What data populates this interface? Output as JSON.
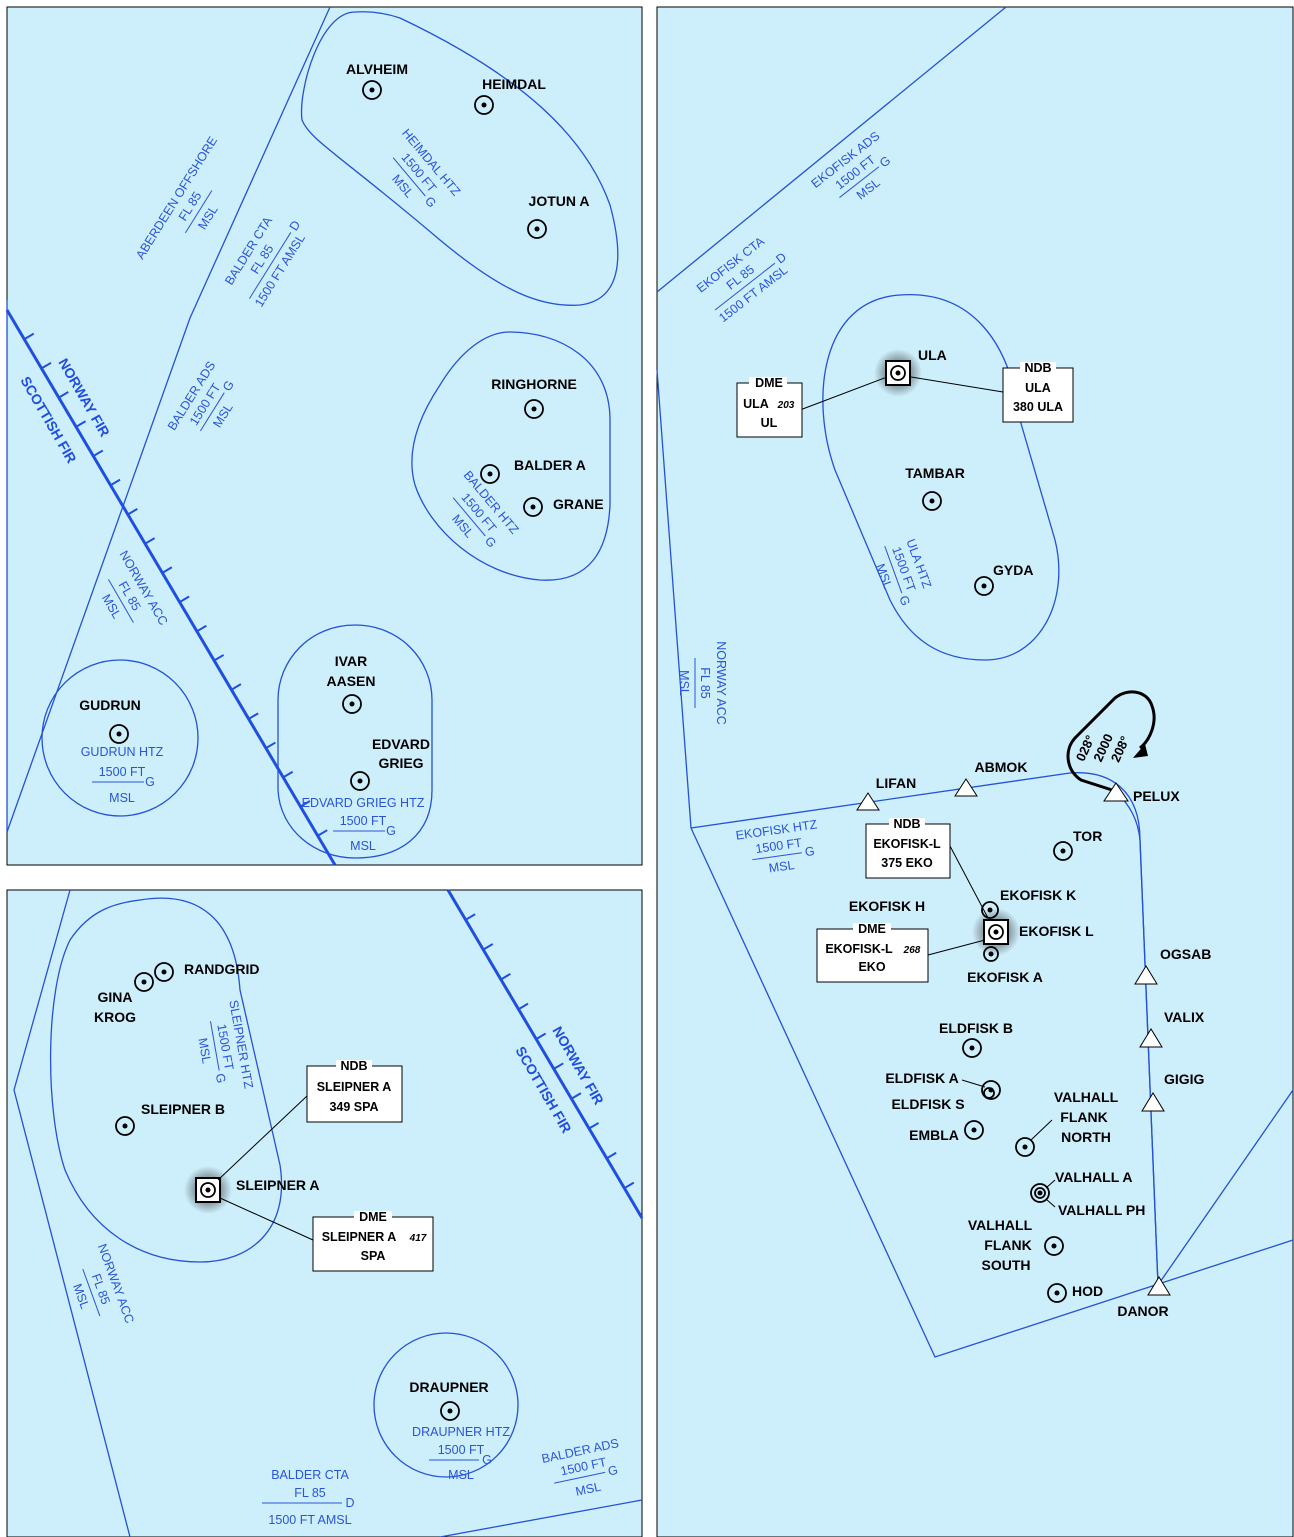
{
  "panels": {
    "top_left": {
      "platforms": [
        {
          "name": "ALVHEIM"
        },
        {
          "name": "HEIMDAL"
        },
        {
          "name": "JOTUN A"
        },
        {
          "name": "RINGHORNE"
        },
        {
          "name": "BALDER A"
        },
        {
          "name": "GRANE"
        },
        {
          "name": "IVAR",
          "name2": "AASEN"
        },
        {
          "name": "EDVARD",
          "name2": "GRIEG"
        },
        {
          "name": "GUDRUN"
        }
      ],
      "airspaces": [
        {
          "l1": "ABERDEEN OFFSHORE",
          "l2": "FL 85",
          "l3": "MSL"
        },
        {
          "l1": "BALDER CTA",
          "l2": "FL 85",
          "cls": "D",
          "l3": "1500 FT AMSL"
        },
        {
          "l1": "HEIMDAL HTZ",
          "l2": "1500 FT",
          "cls": "G",
          "l3": "MSL"
        },
        {
          "l1": "BALDER ADS",
          "l2": "1500 FT",
          "cls": "G",
          "l3": "MSL"
        },
        {
          "l1": "BALDER HTZ",
          "l2": "1500 FT",
          "cls": "G",
          "l3": "MSL"
        },
        {
          "l1": "NORWAY ACC",
          "l2": "FL 85",
          "l3": "MSL"
        },
        {
          "l1": "GUDRUN HTZ",
          "l2": "1500 FT",
          "cls": "G",
          "l3": "MSL"
        },
        {
          "l1": "EDVARD GRIEG HTZ",
          "l2": "1500 FT",
          "cls": "G",
          "l3": "MSL"
        }
      ],
      "fir_labels": [
        "NORWAY FIR",
        "SCOTTISH FIR"
      ]
    },
    "bottom_left": {
      "platforms": [
        {
          "name": "RANDGRID"
        },
        {
          "name": "GINA",
          "name2": "KROG"
        },
        {
          "name": "SLEIPNER B"
        },
        {
          "name": "SLEIPNER A"
        },
        {
          "name": "DRAUPNER"
        }
      ],
      "ndb": {
        "type": "NDB",
        "name": "SLEIPNER A",
        "freq": "349 SPA"
      },
      "dme": {
        "type": "DME",
        "name": "SLEIPNER A",
        "channel": "417",
        "ident": "SPA"
      },
      "airspaces": [
        {
          "l1": "SLEIPNER HTZ",
          "l2": "1500 FT",
          "cls": "G",
          "l3": "MSL"
        },
        {
          "l1": "NORWAY ACC",
          "l2": "FL 85",
          "l3": "MSL"
        },
        {
          "l1": "DRAUPNER HTZ",
          "l2": "1500 FT",
          "cls": "G",
          "l3": "MSL"
        },
        {
          "l1": "BALDER CTA",
          "l2": "FL 85",
          "cls": "D",
          "l3": "1500 FT AMSL"
        },
        {
          "l1": "BALDER ADS",
          "l2": "1500 FT",
          "cls": "G",
          "l3": "MSL"
        }
      ],
      "fir_labels": [
        "NORWAY FIR",
        "SCOTTISH FIR"
      ]
    },
    "right": {
      "platforms": [
        {
          "name": "ULA"
        },
        {
          "name": "TAMBAR"
        },
        {
          "name": "GYDA"
        },
        {
          "name": "TOR"
        },
        {
          "name": "EKOFISK K"
        },
        {
          "name": "EKOFISK H"
        },
        {
          "name": "EKOFISK L"
        },
        {
          "name": "EKOFISK A"
        },
        {
          "name": "ELDFISK B"
        },
        {
          "name": "ELDFISK A"
        },
        {
          "name": "ELDFISK S"
        },
        {
          "name": "EMBLA"
        },
        {
          "name": "VALHALL",
          "name2": "FLANK",
          "name3": "NORTH"
        },
        {
          "name": "VALHALL A"
        },
        {
          "name": "VALHALL PH"
        },
        {
          "name": "VALHALL",
          "name2": "FLANK",
          "name3": "SOUTH"
        },
        {
          "name": "HOD"
        }
      ],
      "waypoints": [
        "LIFAN",
        "ABMOK",
        "PELUX",
        "OGSAB",
        "VALIX",
        "GIGIG",
        "DANOR"
      ],
      "ula_dme": {
        "type": "DME",
        "name": "ULA",
        "channel": "203",
        "ident": "UL"
      },
      "ula_ndb": {
        "type": "NDB",
        "name": "ULA",
        "freq": "380 ULA"
      },
      "eko_ndb": {
        "type": "NDB",
        "name": "EKOFISK-L",
        "freq": "375 EKO"
      },
      "eko_dme": {
        "type": "DME",
        "name": "EKOFISK-L",
        "channel": "268",
        "ident": "EKO"
      },
      "holding": {
        "inbound": "028°",
        "altitude": "2000",
        "outbound": "208°"
      },
      "airspaces": [
        {
          "l1": "EKOFISK ADS",
          "l2": "1500 FT",
          "cls": "G",
          "l3": "MSL"
        },
        {
          "l1": "EKOFISK CTA",
          "l2": "FL 85",
          "cls": "D",
          "l3": "1500 FT AMSL"
        },
        {
          "l1": "ULA HTZ",
          "l2": "1500 FT",
          "cls": "G",
          "l3": "MSL"
        },
        {
          "l1": "NORWAY ACC",
          "l2": "FL 85",
          "l3": "MSL"
        },
        {
          "l1": "EKOFISK HTZ",
          "l2": "1500 FT",
          "cls": "G",
          "l3": "MSL"
        }
      ]
    }
  },
  "colors": {
    "water": "#cdeefb",
    "boundary": "#2452d6",
    "fir": "#1f4fe0"
  }
}
